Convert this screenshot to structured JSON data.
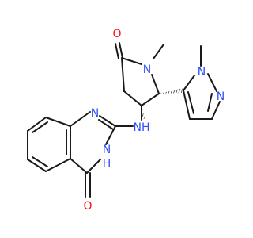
{
  "atoms": {
    "o_top": "O",
    "n_pyrrolidine": "N",
    "n_pyrazole_1": "N",
    "n_pyrazole_2": "N",
    "nh_amine": "NH",
    "n_quinazoline_1": "N",
    "n_quinazoline_3": "N",
    "h_quinazoline_3": "H",
    "o_bottom": "O"
  },
  "colors": {
    "bond": "#1a1a1a",
    "nitrogen": "#3050f8",
    "oxygen": "#ff0d0d"
  }
}
